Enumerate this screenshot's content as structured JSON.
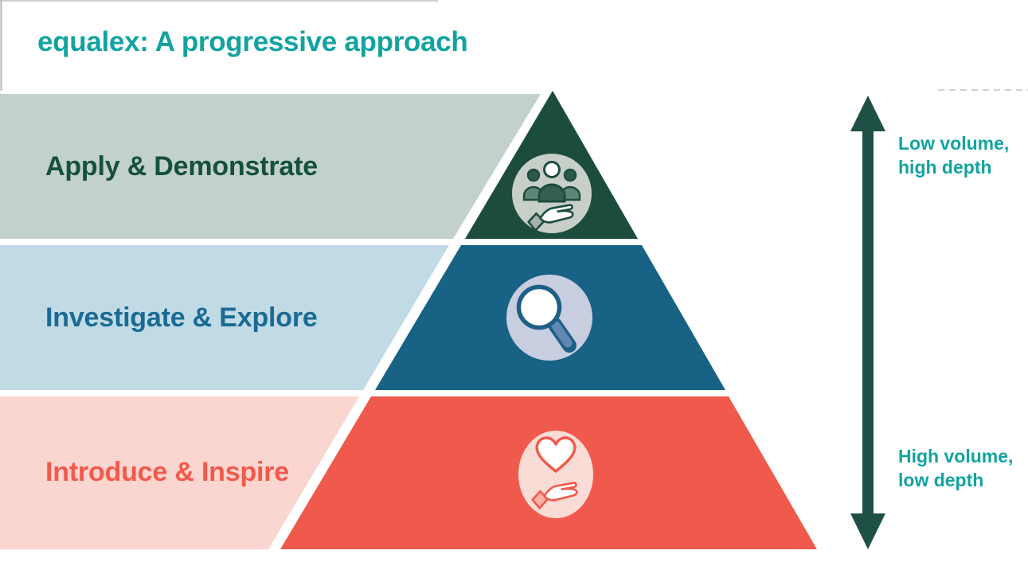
{
  "title": "equalex: A progressive approach",
  "levels": [
    {
      "label": "Apply & Demonstrate",
      "icon": "group-hand-icon",
      "band_color": "#C2D1CA",
      "text_color": "#16503E",
      "segment_color": "#1C4C3C"
    },
    {
      "label": "Investigate & Explore",
      "icon": "magnifier-icon",
      "band_color": "#C1DBE6",
      "text_color": "#1A6B94",
      "segment_color": "#176285"
    },
    {
      "label": "Introduce & Inspire",
      "icon": "heart-hand-icon",
      "band_color": "#FBD5D0",
      "text_color": "#F15A4B",
      "segment_color": "#EF5A4C"
    }
  ],
  "axis": {
    "arrow_color": "#1F5046",
    "label_color": "#12A3A1",
    "top_label": {
      "lines": [
        "Low volume,",
        "high depth"
      ]
    },
    "bottom_label": {
      "lines": [
        "High volume,",
        "low depth"
      ]
    }
  }
}
